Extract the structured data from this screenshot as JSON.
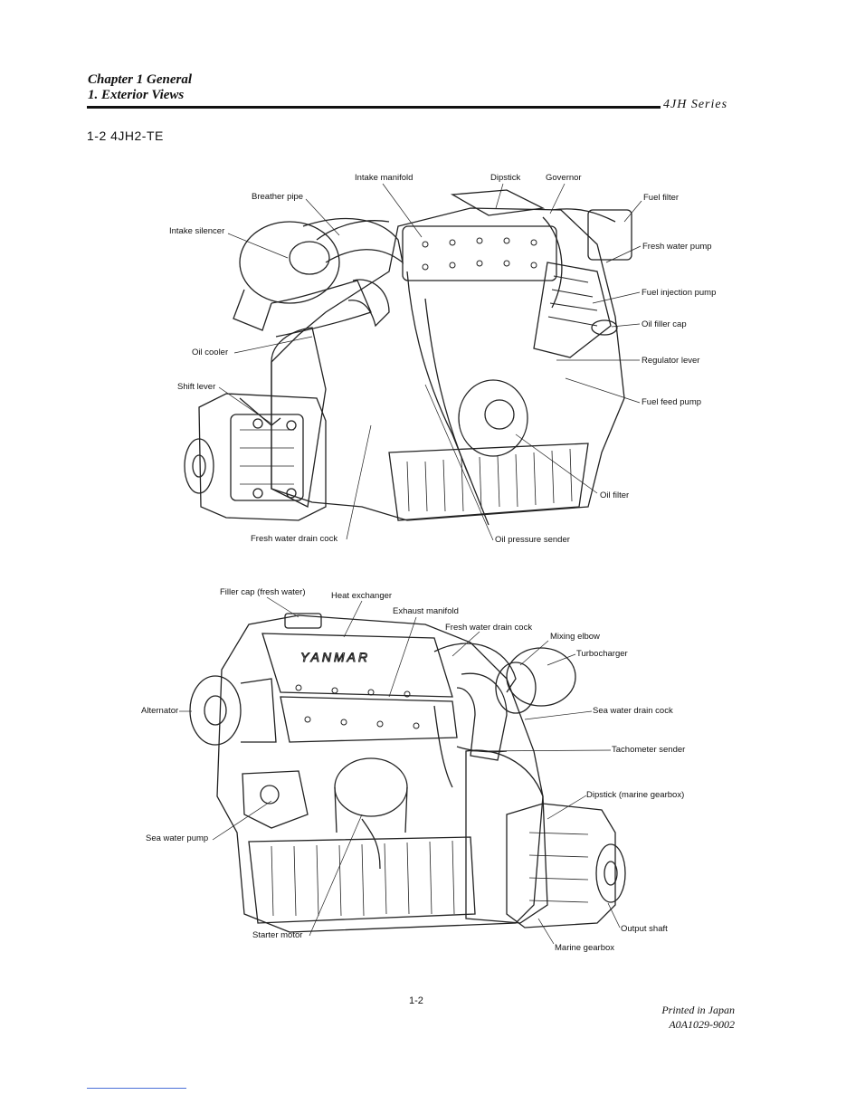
{
  "header": {
    "chapter": "Chapter 1 General",
    "section": "1. Exterior Views",
    "series": "4JH Series"
  },
  "model_title": "1-2 4JH2-TE",
  "figure_top": {
    "labels": {
      "intake_manifold": "Intake manifold",
      "dipstick": "Dipstick",
      "governor": "Governor",
      "breather_pipe": "Breather pipe",
      "fuel_filter": "Fuel filter",
      "intake_silencer": "Intake silencer",
      "fresh_water_pump": "Fresh water pump",
      "fuel_injection_pump": "Fuel injection pump",
      "oil_filler_cap": "Oil filler cap",
      "oil_cooler": "Oil cooler",
      "regulator_lever": "Regulator lever",
      "shift_lever": "Shift lever",
      "fuel_feed_pump": "Fuel feed pump",
      "oil_filter": "Oil filter",
      "fresh_water_drain_cock": "Fresh water drain cock",
      "oil_pressure_sender": "Oil pressure sender"
    }
  },
  "figure_bottom": {
    "labels": {
      "filler_cap": "Filler cap (fresh water)",
      "heat_exchanger": "Heat exchanger",
      "exhaust_manifold": "Exhaust manifold",
      "fresh_water_drain_cock": "Fresh water drain cock",
      "mixing_elbow": "Mixing elbow",
      "turbocharger": "Turbocharger",
      "alternator": "Alternator",
      "sea_water_drain_cock": "Sea water drain cock",
      "tachometer_sender": "Tachometer sender",
      "dipstick_marine_gearbox": "Dipstick (marine gearbox)",
      "sea_water_pump": "Sea water pump",
      "starter_motor": "Starter motor",
      "output_shaft": "Output shaft",
      "marine_gearbox": "Marine gearbox"
    },
    "brand_logo": "YANMAR"
  },
  "footer": {
    "page_number": "1-2",
    "printed": "Printed in Japan",
    "doc_code": "A0A1029-9002"
  }
}
